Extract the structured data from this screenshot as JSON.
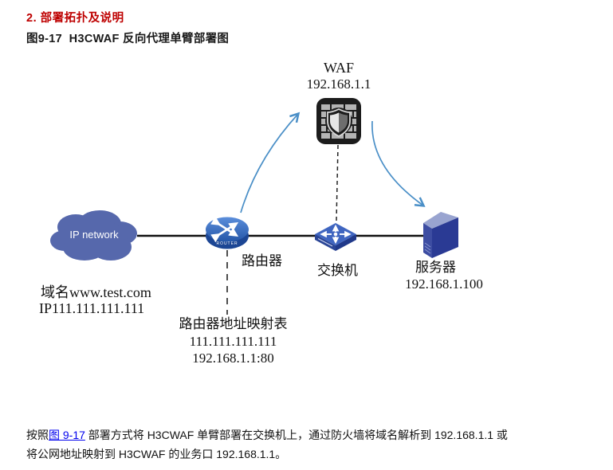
{
  "page": {
    "section_title": "2. 部署拓扑及说明",
    "figure_caption": "图9-17  H3CWAF 反向代理单臂部署图",
    "paragraph": {
      "prefix": "按照",
      "link_text": "图 9-17",
      "line1_rest": " 部署方式将 H3CWAF 单臂部署在交换机上，通过防火墙将域名解析到 192.168.1.1 或",
      "line2": "将公网地址映射到 H3CWAF 的业务口 192.168.1.1。"
    }
  },
  "diagram": {
    "waf": {
      "label": "WAF",
      "ip": "192.168.1.1"
    },
    "cloud": {
      "label": "IP network"
    },
    "router": {
      "label": "路由器",
      "device_text": "ROUTER"
    },
    "switch": {
      "label": "交换机"
    },
    "server": {
      "label": "服务器",
      "ip": "192.168.1.100"
    },
    "internet_info": {
      "line1": "域名www.test.com",
      "line2": "IP111.111.111.111"
    },
    "mapping_table": {
      "title": "路由器地址映射表",
      "row1": "111.111.111.111",
      "row2": "192.168.1.1:80"
    }
  },
  "colors": {
    "heading_red": "#be0000",
    "link_blue": "#0000ee",
    "cloud_blue": "#5668ac",
    "device_blue": "#2a4596",
    "server_navy": "#2a3a94",
    "arrow_blue": "#4a8fc7",
    "waf_black": "#1c1c1c"
  }
}
